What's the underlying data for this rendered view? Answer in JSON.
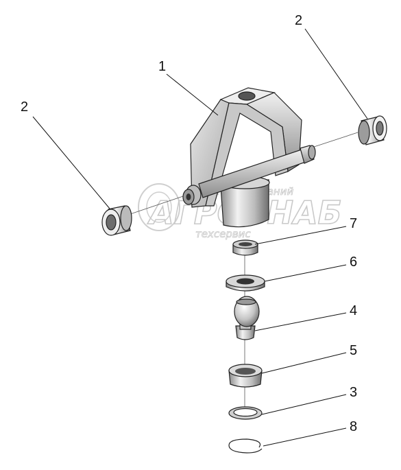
{
  "watermark": {
    "top": "Группа компаний",
    "main": "АГРОСНАБ",
    "bottom": "техсервис"
  },
  "callouts": [
    {
      "id": "c1",
      "label": "1"
    },
    {
      "id": "c2a",
      "label": "2"
    },
    {
      "id": "c2b",
      "label": "2"
    },
    {
      "id": "c7",
      "label": "7"
    },
    {
      "id": "c6",
      "label": "6"
    },
    {
      "id": "c4",
      "label": "4"
    },
    {
      "id": "c5",
      "label": "5"
    },
    {
      "id": "c3",
      "label": "3"
    },
    {
      "id": "c8",
      "label": "8"
    }
  ]
}
